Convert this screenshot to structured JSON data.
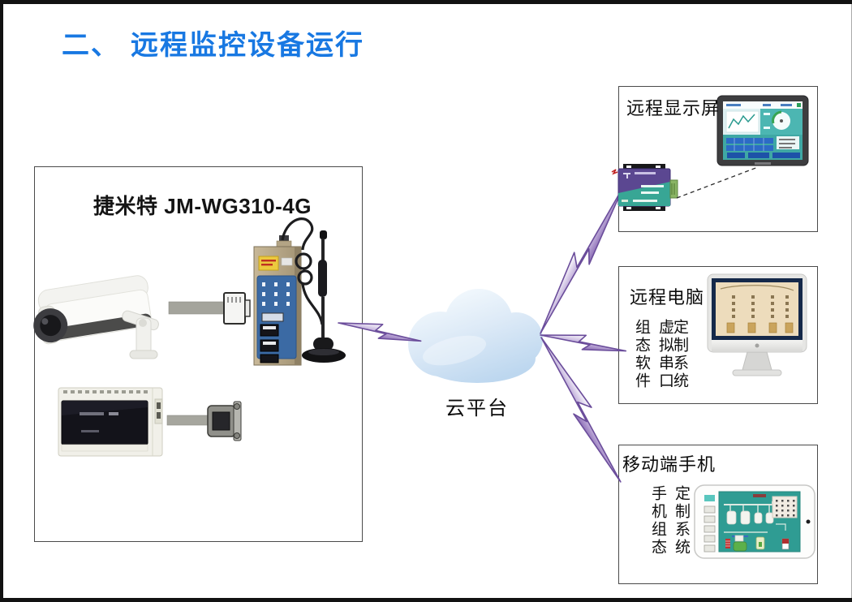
{
  "page": {
    "title_prefix": "二、",
    "title_text": "远程监控设备运行"
  },
  "gateway_box": {
    "title": "捷米特 JM-WG310-4G"
  },
  "cloud": {
    "label": "云平台"
  },
  "remote_display": {
    "label": "远程显示屏"
  },
  "remote_pc": {
    "label": "远程电脑",
    "features": [
      "组态软件",
      "虚拟串口",
      "定制系统"
    ]
  },
  "mobile": {
    "label": "移动端手机",
    "features": [
      "手机组态",
      "定制系统"
    ]
  },
  "colors": {
    "title_blue": "#1878E2",
    "bolt_purple": "#8A6BB4",
    "cloud_blue": "#BDD7EF",
    "screen_teal": "#3FA9A5"
  }
}
